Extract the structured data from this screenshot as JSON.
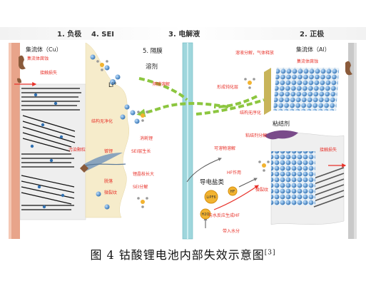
{
  "headers": {
    "anode": "1. 负极",
    "sei": "4. SEI",
    "electrolyte": "3. 电解液",
    "cathode": "2. 正极"
  },
  "anode": {
    "collector": "集流体（Cu）",
    "collector_corrosion": "集流体腐蚀",
    "contact_loss": "接触损失",
    "contaminant": "污染颗粒",
    "peeling": "脱落",
    "plating": "镀锂",
    "dendrite": "锂晶枝长大",
    "passivation": "结构无净化",
    "sei_decomp": "SEI分解",
    "microcrack": "微裂纹"
  },
  "sei": {
    "solvent": "溶剂",
    "li_ion": "Li",
    "li_sup": "+",
    "consumption": "消耗锂",
    "growth": "SEI层生长"
  },
  "separator": {
    "label": "5. 隔膜",
    "decomp": "隔膜溶解"
  },
  "cathode": {
    "collector": "集流体（Al）",
    "collector_corrosion": "集流体腐蚀",
    "metal_dissolution": "溶液分解，气体释放",
    "surface_layer": "形成钝化层",
    "structure_change": "结构无序化",
    "binder": "粘结剂",
    "binder_decomp": "粘结剂分解",
    "soluble": "可溶物溶解",
    "hf": "HF作用",
    "contact_loss": "接触损失",
    "microcrack": "微裂纹"
  },
  "electrolyte": {
    "salt": "导电盐类",
    "lipf6": "LiPF6",
    "hf": "HF",
    "h2o": "H2O",
    "hf_formation": "与水反应生成HF",
    "water_intro": "带入水分"
  },
  "caption": {
    "text": "图 4  钴酸锂电池内部失效示意图",
    "ref": "[3]"
  },
  "colors": {
    "red_text": "#e8322a",
    "arrow_green": "#8cc63f",
    "arrow_red": "#e8322a",
    "separator": "#9fd6dc",
    "sei": "#f6eccb",
    "cathode_particle": "#4a8fc9"
  }
}
